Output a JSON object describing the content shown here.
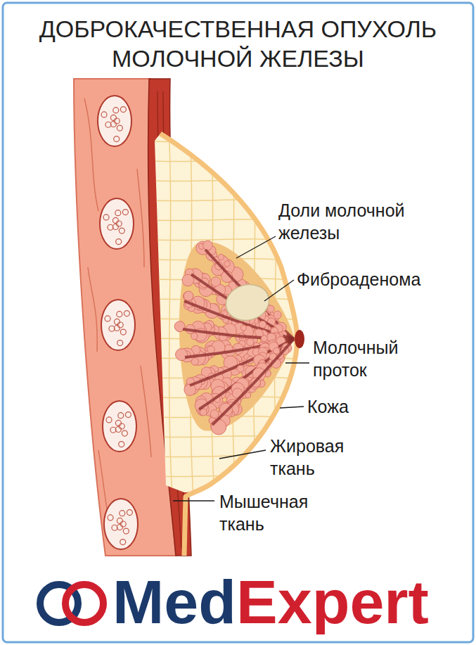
{
  "diagram": {
    "title": "ДОБРОКАЧЕСТВЕННАЯ ОПУХОЛЬ МОЛОЧНОЙ ЖЕЛЕЗЫ",
    "labels": [
      "Доли молочной железы",
      "Фиброаденома",
      "Молочный проток",
      "Кожа",
      "Жировая ткань",
      "Мышечная ткань",
      "MedExpert"
    ]
  }
}
